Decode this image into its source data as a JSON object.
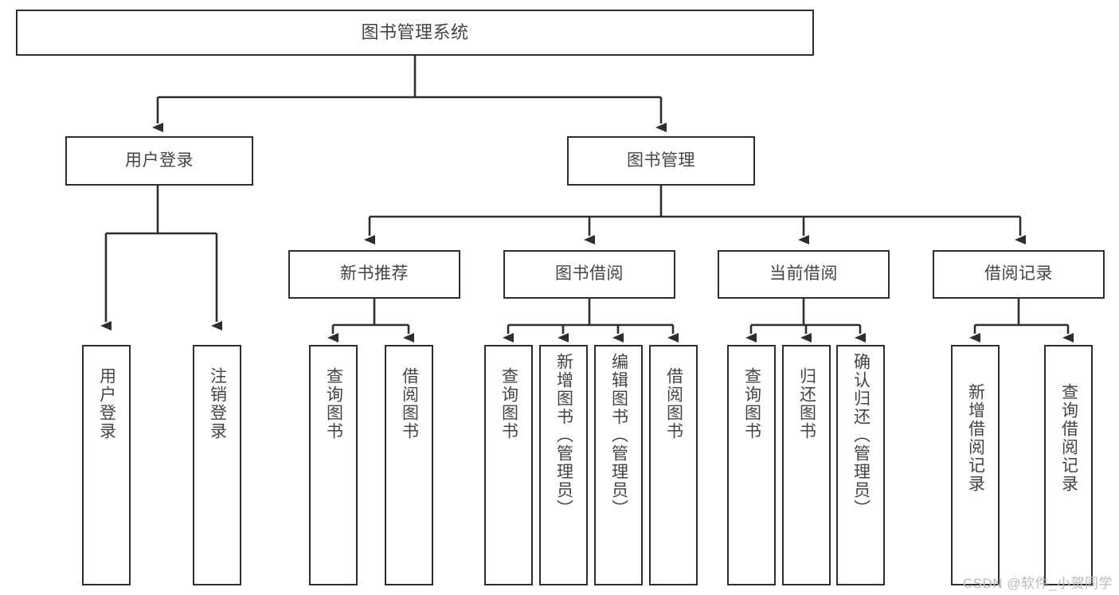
{
  "diagram": {
    "title": "图书管理系统",
    "type": "tree-hierarchy-diagram",
    "watermark": "CSDN @软件_小贺同学",
    "colors": {
      "stroke": "#2e2e2e",
      "text": "#444444",
      "background": "#ffffff",
      "watermark": "#b9b9b9"
    },
    "nodes": {
      "root": {
        "label": "图书管理系统"
      },
      "level1": [
        {
          "label": "用户登录"
        },
        {
          "label": "图书管理"
        }
      ],
      "level2": [
        {
          "label": "新书推荐"
        },
        {
          "label": "图书借阅"
        },
        {
          "label": "当前借阅"
        },
        {
          "label": "借阅记录"
        }
      ],
      "leaves_user_login": [
        {
          "label": "用户登录"
        },
        {
          "label": "注销登录"
        }
      ],
      "leaves_new_books": [
        {
          "label": "查询图书"
        },
        {
          "label": "借阅图书"
        }
      ],
      "leaves_borrow": [
        {
          "label": "查询图书"
        },
        {
          "label": "新增图书（管理员）"
        },
        {
          "label": "编辑图书（管理员）"
        },
        {
          "label": "借阅图书"
        }
      ],
      "leaves_current": [
        {
          "label": "查询图书"
        },
        {
          "label": "归还图书"
        },
        {
          "label": "确认归还（管理员）"
        }
      ],
      "leaves_records": [
        {
          "label": "新增借阅记录"
        },
        {
          "label": "查询借阅记录"
        }
      ]
    }
  }
}
